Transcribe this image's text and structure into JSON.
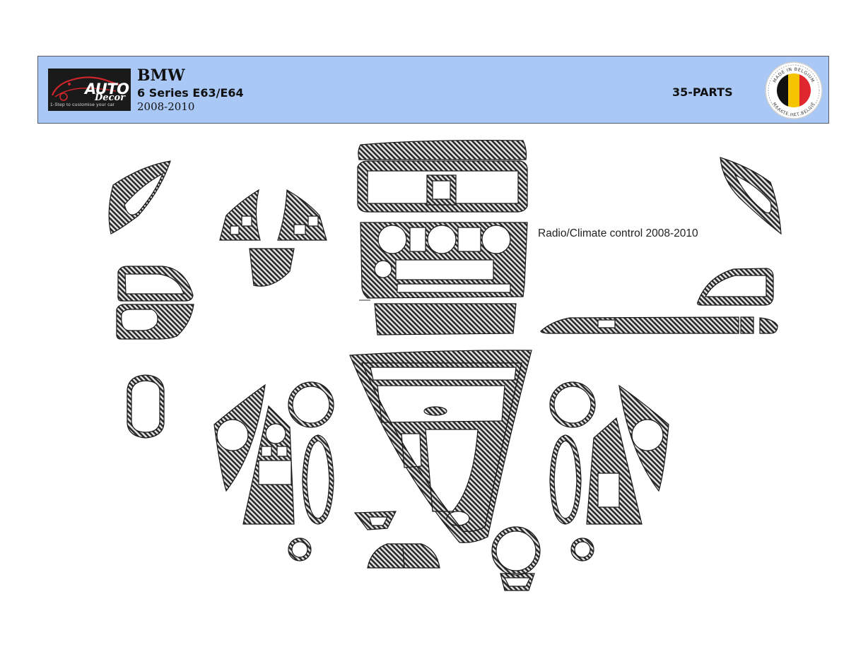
{
  "header": {
    "logo": {
      "word_1": "AUTO",
      "word_2": "Decor",
      "tagline": "1-Step to customise your car"
    },
    "brand": "BMW",
    "model": "6 Series E63/E64",
    "years": "2008-2010",
    "parts_count": "35-PARTS",
    "badge": {
      "top_text": "MADE IN BELGIUM",
      "bottom_text": "MAAKTE HET BELGIË",
      "flag_colors": [
        "#111111",
        "#f5c400",
        "#e0262e"
      ]
    }
  },
  "diagram": {
    "annotation": "Radio/Climate control 2008-2010",
    "pattern_color": "#2a2a2a",
    "part_count": 35
  }
}
